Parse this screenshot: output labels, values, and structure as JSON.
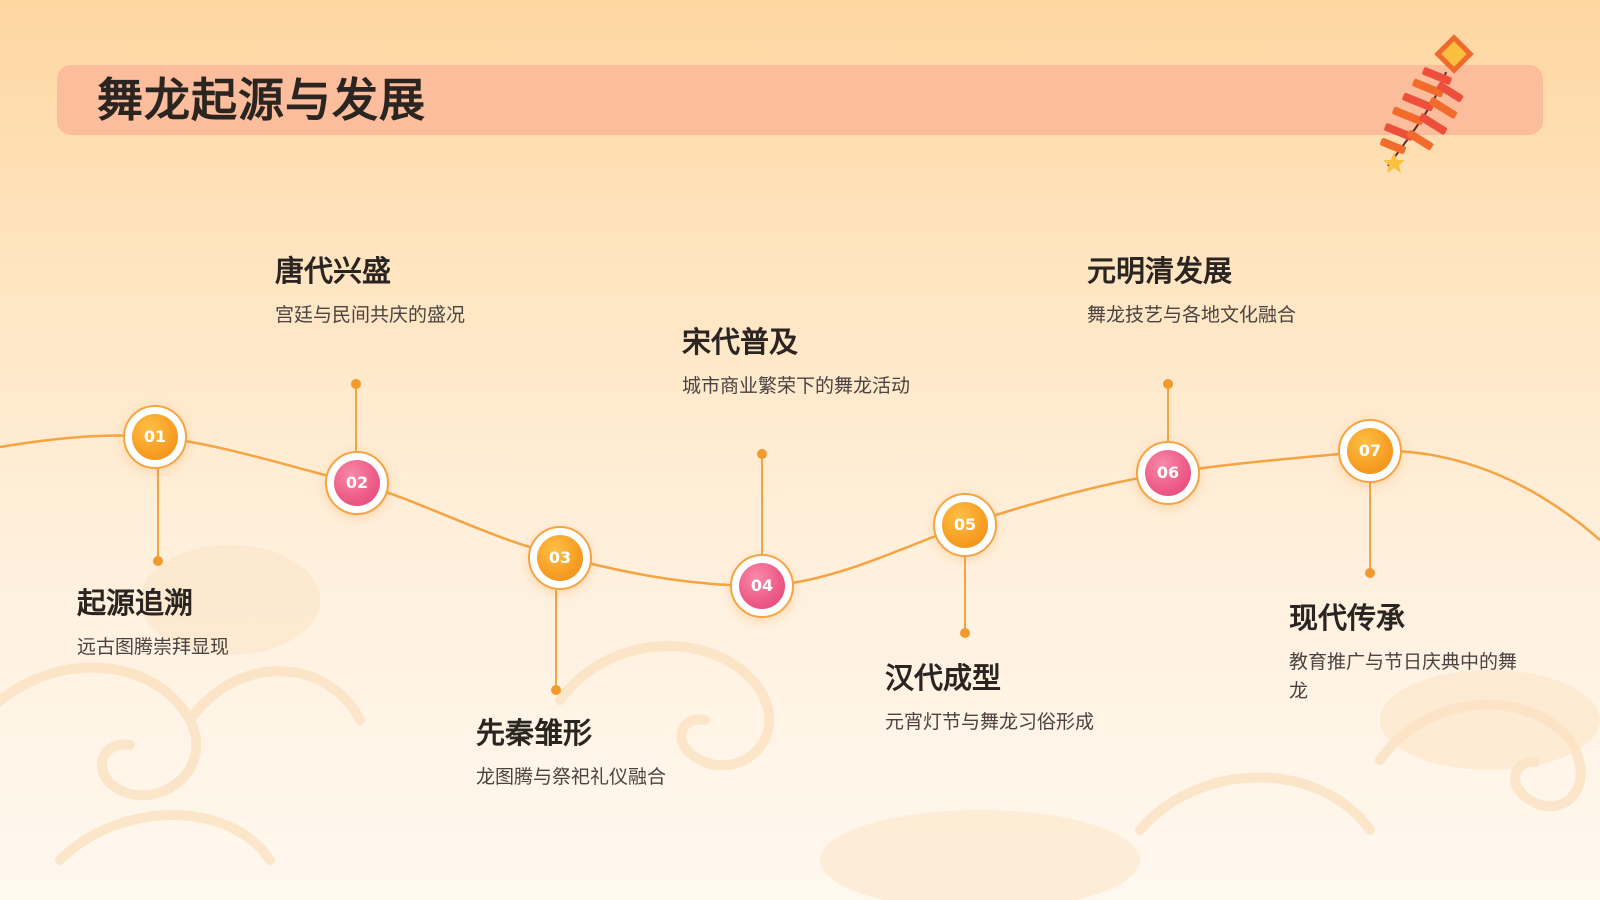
{
  "header": {
    "title": "舞龙起源与发展"
  },
  "timeline": [
    {
      "number": "01",
      "title": "起源追溯",
      "desc": "远古图腾崇拜显现"
    },
    {
      "number": "02",
      "title": "唐代兴盛",
      "desc": "宫廷与民间共庆的盛况"
    },
    {
      "number": "03",
      "title": "先秦雏形",
      "desc": "龙图腾与祭祀礼仪融合"
    },
    {
      "number": "04",
      "title": "宋代普及",
      "desc": "城市商业繁荣下的舞龙活动"
    },
    {
      "number": "05",
      "title": "汉代成型",
      "desc": "元宵灯节与舞龙习俗形成"
    },
    {
      "number": "06",
      "title": "元明清发展",
      "desc": "舞龙技艺与各地文化融合"
    },
    {
      "number": "07",
      "title": "现代传承",
      "desc": "教育推广与节日庆典中的舞龙"
    }
  ],
  "colors": {
    "line": "#f6a341",
    "orange_node": "#f7a025",
    "pink_node": "#ee5d89",
    "title_bar": "#fbbd9c"
  },
  "decorations": {
    "corner_icon": "firecracker-icon",
    "background_pattern": "cloud-pattern"
  }
}
